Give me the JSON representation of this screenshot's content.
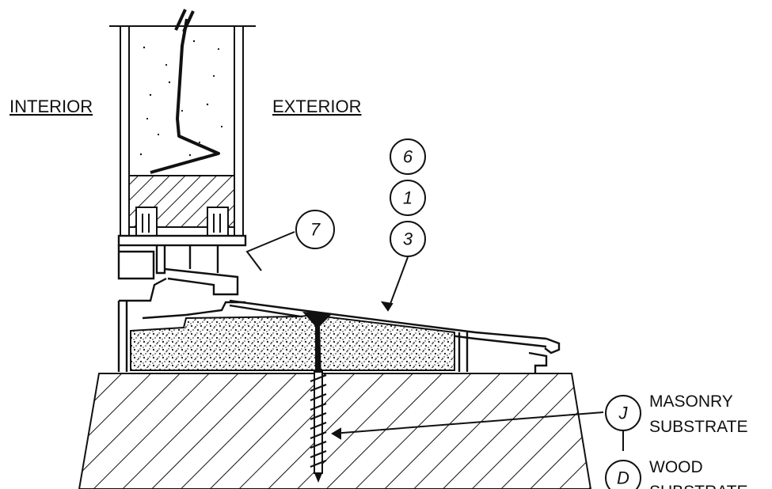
{
  "labels": {
    "interior": "INTERIOR",
    "exterior": "EXTERIOR"
  },
  "callouts": [
    "6",
    "1",
    "3",
    "7"
  ],
  "substrates": [
    {
      "key": "J",
      "line1": "MASONRY",
      "line2": "SUBSTRATE"
    },
    {
      "key": "D",
      "line1": "WOOD",
      "line2": "SUBSTRATE"
    }
  ],
  "colors": {
    "ink": "#111111",
    "paper": "#ffffff"
  }
}
